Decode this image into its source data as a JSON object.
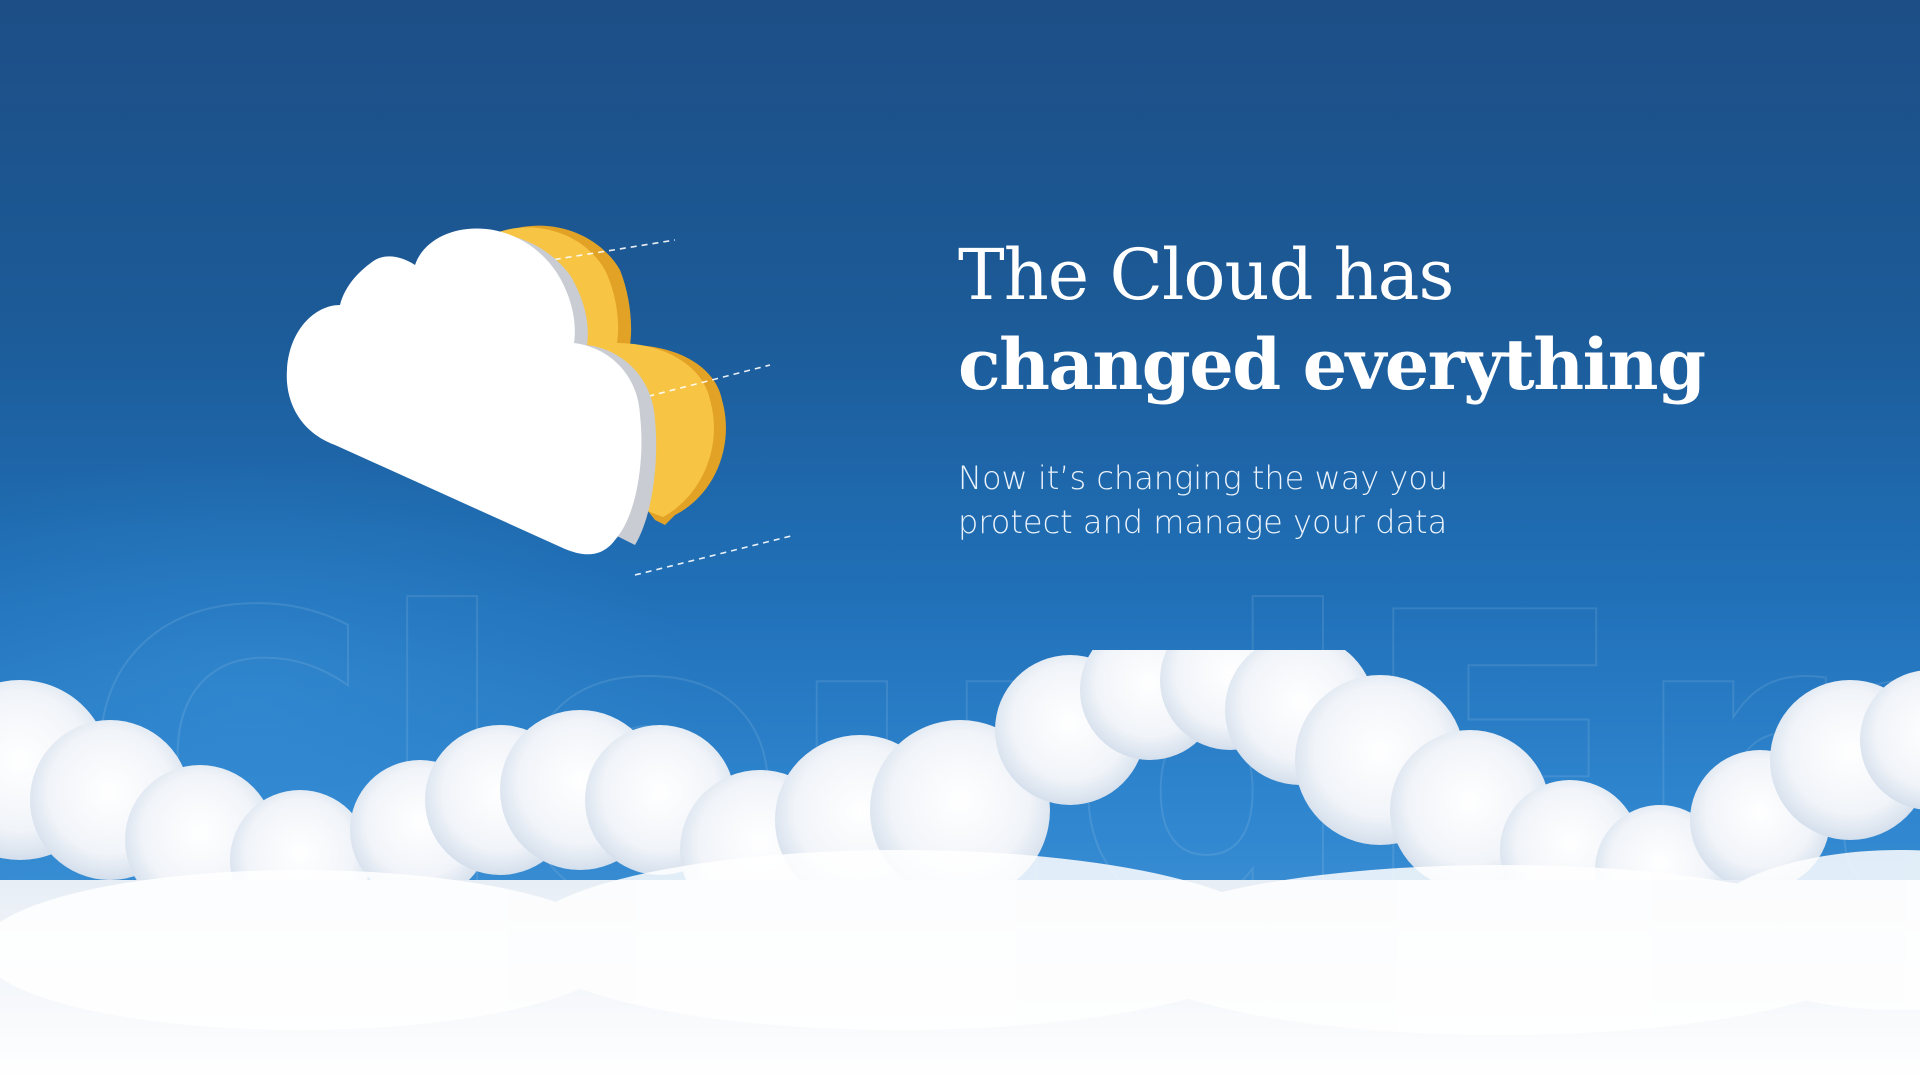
{
  "scene": {
    "colors": {
      "sky_top": "#1d4e86",
      "sky_bottom": "#3a8fd4",
      "cloud_white": "#ffffff",
      "cloud_yellow": "#f8c444",
      "cloud_yellow_side": "#e8a82a",
      "cloud_white_side": "#c9ccd2"
    },
    "watermark_text": "CloudEra",
    "illustration": {
      "front_icon": "white-cloud-icon",
      "back_icon": "yellow-cloud-icon"
    }
  },
  "hero": {
    "headline_line1": "The Cloud has",
    "headline_line2": "changed everything",
    "subtext_line1": "Now it’s changing the way you",
    "subtext_line2": "protect and manage your data"
  }
}
